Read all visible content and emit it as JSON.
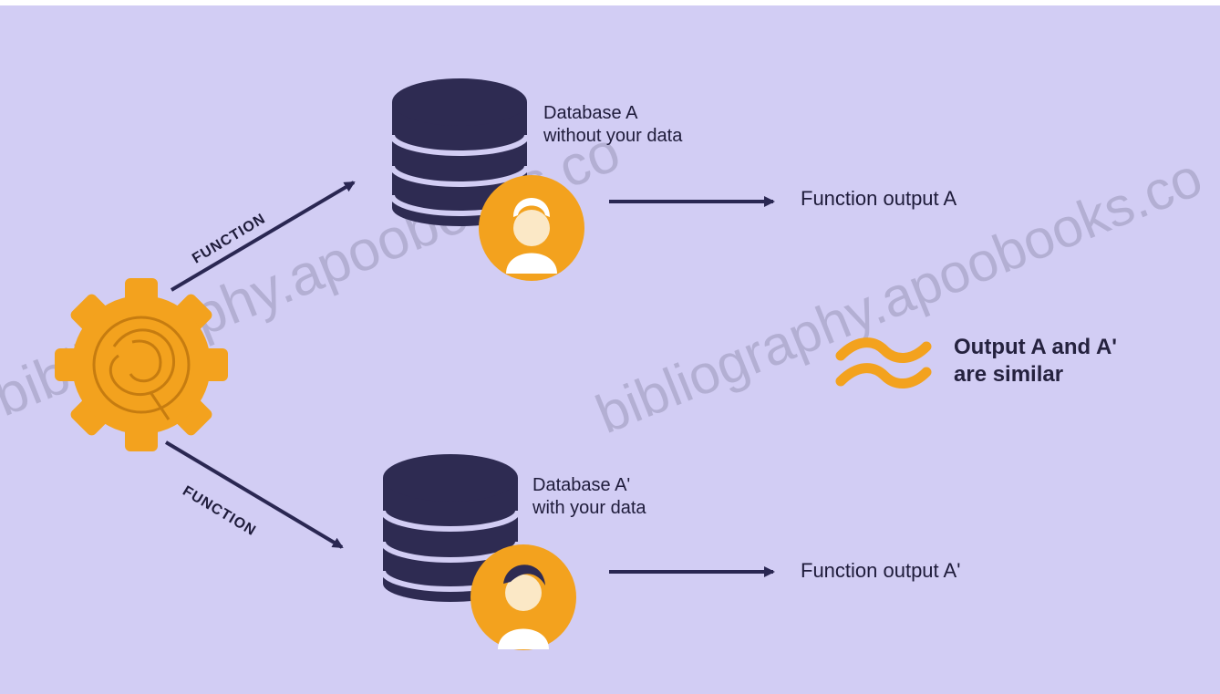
{
  "databases": [
    {
      "id": "A",
      "label_line1": "Database A",
      "label_line2": "without your data"
    },
    {
      "id": "A-prime",
      "label_line1": "Database A'",
      "label_line2": "with your data"
    }
  ],
  "edges": {
    "top_function": "FUNCTION",
    "bottom_function": "FUNCTION"
  },
  "outputs": {
    "top": "Function output A",
    "bottom": "Function output A'"
  },
  "similarity": {
    "line1": "Output A and A'",
    "line2": "are similar"
  },
  "watermarks": {
    "left": "bibliography.apoobooks.co",
    "right": "bibliography.apoobooks.co"
  },
  "colors": {
    "background": "#d2cdf4",
    "database": "#2e2b52",
    "database_stripe": "#d2cdf4",
    "accent_orange": "#f3a21e",
    "arrow": "#2a2752",
    "text": "#1e1b3a"
  },
  "icons": {
    "function_node": "gear-icon",
    "database": "database-icon",
    "person": "person-icon",
    "similarity": "approx-equal-icon"
  }
}
